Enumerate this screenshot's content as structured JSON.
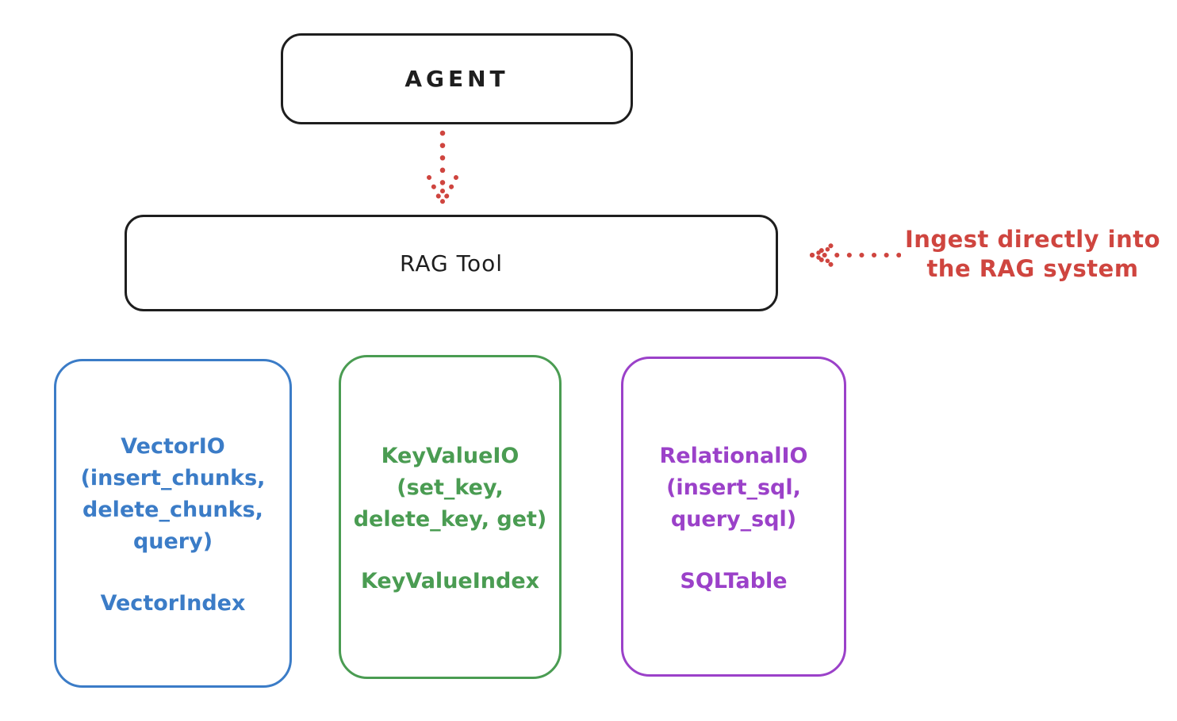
{
  "agent": {
    "label": "AGENT"
  },
  "rag_tool": {
    "label": "RAG Tool"
  },
  "annotation": {
    "text": "Ingest directly into\nthe RAG system"
  },
  "io_boxes": [
    {
      "name": "vector-io",
      "color": "#3b7cc7",
      "main": "VectorIO\n(insert_chunks,\ndelete_chunks,\nquery)",
      "index": "VectorIndex"
    },
    {
      "name": "keyvalue-io",
      "color": "#4a9c52",
      "main": "KeyValueIO\n(set_key,\ndelete_key, get)",
      "index": "KeyValueIndex"
    },
    {
      "name": "relational-io",
      "color": "#9b41c9",
      "main": "RelationalIO\n(insert_sql,\nquery_sql)",
      "index": "SQLTable"
    }
  ],
  "icons": {
    "agent_to_rag": "dotted-arrow-down-icon",
    "ingest": "dotted-arrow-left-icon"
  },
  "colors": {
    "stroke": "#1e1e1e",
    "red": "#cf453f"
  }
}
